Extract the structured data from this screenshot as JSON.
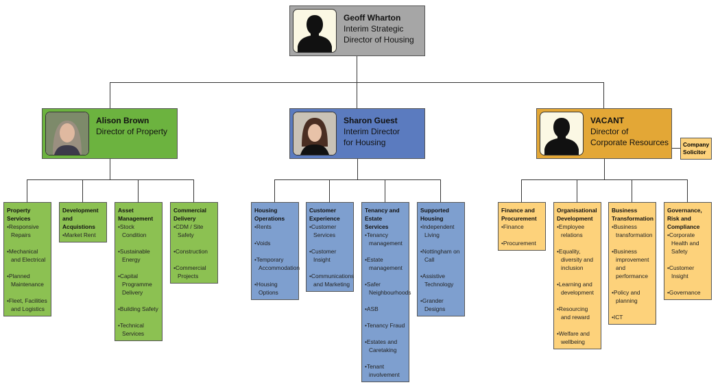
{
  "ceo": {
    "name": "Geoff Wharton",
    "title_line1": "Interim Strategic",
    "title_line2": "Director of Housing",
    "photo_icon": "silhouette-icon"
  },
  "directors": [
    {
      "name": "Alison Brown",
      "title_line1": "Director of Property",
      "title_line2": "",
      "color": "#6cb33f",
      "teams": [
        {
          "title": "Property Services",
          "items": [
            "Responsive Repairs",
            "Mechanical and Electrical",
            "Planned Maintenance",
            "Fleet, Facilities and Logistics"
          ]
        },
        {
          "title": "Development and Acquistions",
          "items": [
            "Market Rent"
          ]
        },
        {
          "title": "Asset Management",
          "items": [
            "Stock Condition",
            "Sustainable Energy",
            "Capital Programme Delivery",
            "Building Safety",
            "Technical Services"
          ]
        },
        {
          "title": "Commercial Delivery",
          "items": [
            "CDM / Site Safety",
            "Construction",
            "Commercial Projects"
          ]
        }
      ]
    },
    {
      "name": "Sharon Guest",
      "title_line1": "Interim Director",
      "title_line2": "for Housing",
      "color": "#5b7bbf",
      "teams": [
        {
          "title": "Housing Operations",
          "items": [
            "Rents",
            "Voids",
            "Temporary Accommodation",
            "Housing Options"
          ]
        },
        {
          "title": "Customer Experience",
          "items": [
            "Customer Services",
            "Customer Insight",
            "Communications and Marketing"
          ]
        },
        {
          "title": "Tenancy and Estate Services",
          "items": [
            "Tenancy management",
            "Estate management",
            "Safer Neighbourhoods",
            "ASB",
            "Tenancy Fraud",
            "Estates and Caretaking",
            "Tenant involvement"
          ]
        },
        {
          "title": "Supported Housing",
          "items": [
            "Independent Living",
            "Nottingham on Call",
            "Assistive Technology",
            "Grander Designs"
          ]
        }
      ]
    },
    {
      "name": "VACANT",
      "title_line1": "Director of",
      "title_line2": "Corporate Resources",
      "color": "#e3a736",
      "teams": [
        {
          "title": "Finance and Procurement",
          "items": [
            "Finance",
            "Procurement"
          ]
        },
        {
          "title": "Organisational Development",
          "items": [
            "Employee relations",
            "Equality, diversity and inclusion",
            "Learning and development",
            "Resourcing and reward",
            "Welfare and wellbeing"
          ]
        },
        {
          "title": "Business Transformation",
          "items": [
            "Business transformation",
            "Business improvement and performance",
            "Policy and planning",
            "ICT"
          ]
        },
        {
          "title": "Governance, Risk and Compliance",
          "items": [
            "Corporate Health and Safety",
            "Customer Insight",
            "Governance"
          ]
        }
      ]
    }
  ],
  "company_solicitor": "Company Solicitor",
  "bullet": "•"
}
